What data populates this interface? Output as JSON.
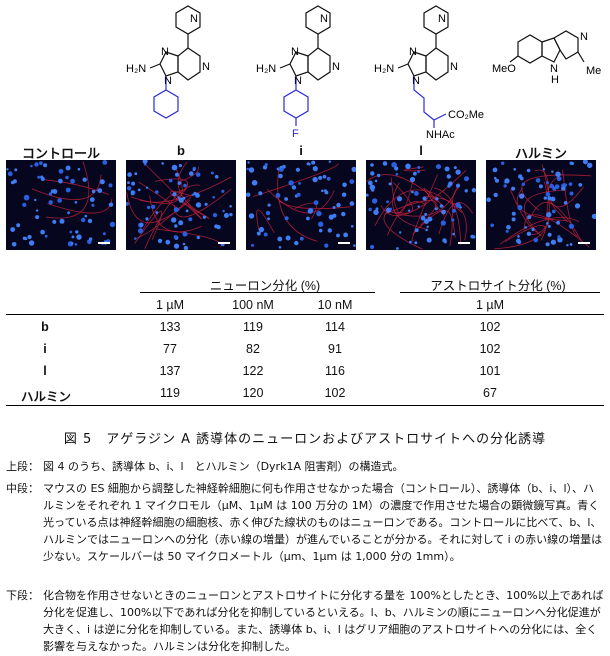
{
  "structures": {
    "atom_labels": {
      "h2n": "H₂N",
      "n": "N",
      "f": "F",
      "co2me": "CO₂Me",
      "nhac": "NHAc",
      "meo": "MeO",
      "me": "Me",
      "h": "H"
    },
    "colors": {
      "bond": "#111111",
      "highlight": "#2b2bd9"
    }
  },
  "panels": [
    {
      "label": "コントロール"
    },
    {
      "label": "b"
    },
    {
      "label": "i"
    },
    {
      "label": "l"
    },
    {
      "label": "ハルミン"
    }
  ],
  "table": {
    "group_neuron": "ニューロン分化 (%)",
    "group_astro": "アストロサイト分化 (%)",
    "subheaders": [
      "1 µM",
      "100 nM",
      "10 nM",
      "1 µM"
    ],
    "rows": [
      {
        "label": "b",
        "values": [
          "133",
          "119",
          "114",
          "102"
        ]
      },
      {
        "label": "i",
        "values": [
          "77",
          "82",
          "91",
          "102"
        ]
      },
      {
        "label": "l",
        "values": [
          "137",
          "122",
          "116",
          "101"
        ]
      },
      {
        "label": "ハルミン",
        "values": [
          "119",
          "120",
          "102",
          "67"
        ]
      }
    ]
  },
  "caption": "図 5　アゲラジン A 誘導体のニューロンおよびアストロサイトへの分化誘導",
  "paragraphs": [
    {
      "lead": "上段：",
      "text": "図 4 のうち、誘導体 b、i、l　とハルミン（Dyrk1A 阻害剤）の構造式。"
    },
    {
      "lead": "中段：",
      "text": "マウスの ES 細胞から調整した神経幹細胞に何も作用させなかった場合（コントロール）、誘導体（b、i、l）、ハルミンをそれぞれ 1 マイクロモル（µM、1µM は 100 万分の 1M）の濃度で作用させた場合の顕微鏡写真。青く光っている点は神経幹細胞の細胞核、赤く伸びた線状のものはニューロンである。コントロールに比べて、b、l、ハルミンではニューロンへの分化（赤い線の増量）が進んでいることが分かる。それに対して i の赤い線の増量は少ない。スケールバーは 50 マイクロメートル（µm、1µm は 1,000 分の 1mm）。"
    },
    {
      "lead": "下段：",
      "text": "化合物を作用させないときのニューロンとアストロサイトに分化する量を 100%としたとき、100%以上であれば分化を促進し、100%以下であれば分化を抑制しているといえる。l、b、ハルミンの順にニューロンへ分化促進が大きく、i は逆に分化を抑制している。また、誘導体 b、i、l はグリア細胞のアストロサイトへの分化には、全く影響を与えなかった。ハルミンは分化を抑制した。"
    }
  ]
}
